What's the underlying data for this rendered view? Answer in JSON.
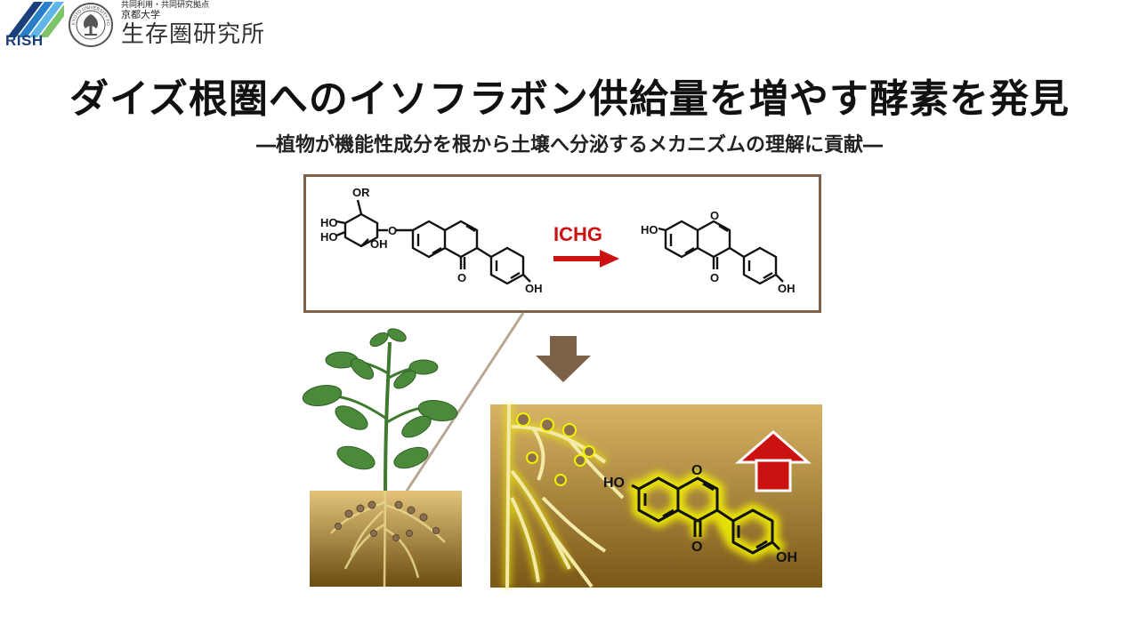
{
  "header": {
    "logo_text": "RISH",
    "seal_text": "KYOTO UNIVERSITY FOUNDED 1897",
    "joint_use_label": "共同利用・共同研究拠点",
    "university": "京都大学",
    "institute_name": "生存圏研究所"
  },
  "title": "ダイズ根圏へのイソフラボン供給量を増やす酵素を発見",
  "subtitle": "―植物が機能性成分を根から土壌へ分泌するメカニズムの理解に貢献―",
  "reaction": {
    "enzyme_label": "ICHG",
    "substrate_labels": {
      "or": "OR",
      "ho1": "HO",
      "ho2": "HO",
      "oh_sugar": "OH",
      "o_ring": "O",
      "o_keto": "O",
      "oh_phenol": "OH"
    },
    "product_labels": {
      "ho": "HO",
      "o_ring": "O",
      "o_keto": "O",
      "oh_phenol": "OH"
    }
  },
  "soil_panel": {
    "product_labels": {
      "ho": "HO",
      "o_ring": "O",
      "o_keto": "O",
      "oh_phenol": "OH"
    }
  },
  "colors": {
    "box_border": "#7a6148",
    "enzyme_red": "#cc1111",
    "down_arrow": "#7a6148",
    "up_arrow": "#cc1111",
    "glow": "#f2f200",
    "soil_dark": "#6b4c12",
    "soil_light": "#c9a24a",
    "leaf": "#4a8a3a",
    "nodule": "#8a7050"
  }
}
